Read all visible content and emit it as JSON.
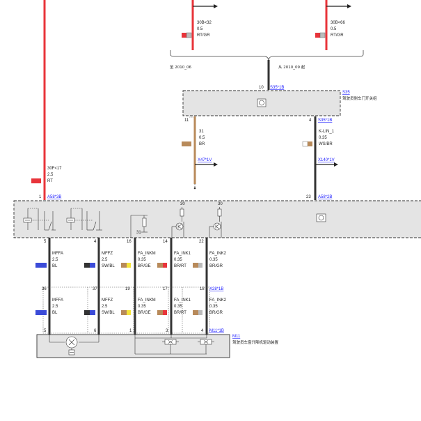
{
  "colors": {
    "red": "#e8343a",
    "brown": "#b88a5a",
    "blue": "#3b4bd8",
    "dark": "#333333",
    "yellow": "#f5e43a",
    "grey": "#bbbbbb",
    "white": "#ffffff",
    "module_fill": "#e4e4e4",
    "link": "#1a1aff"
  },
  "top_wires": [
    {
      "id": "30B<32",
      "size": "0.5",
      "color": "RT/GR"
    },
    {
      "id": "30B<66",
      "size": "0.5",
      "color": "RT/GR"
    }
  ],
  "split_labels": {
    "left": "至 2010_06",
    "right": "从 2010_09 起"
  },
  "s35": {
    "top_pin": "10",
    "top_connector": "S35*1B",
    "name": "S35",
    "desc": "驾驶员侧车门开关组",
    "pin_left": "11",
    "pin_right": "4",
    "pin_right_connector": "S35*1B"
  },
  "mid_wires": [
    {
      "id": "31",
      "size": "0.5",
      "color": "BR",
      "dest": "X47*1V"
    },
    {
      "id": "K-LIN_1",
      "size": "0.35",
      "color": "WS/BR",
      "dest": "X140*1V"
    }
  ],
  "left_wire": {
    "id": "30F<17",
    "size": "2.5",
    "color": "RT"
  },
  "a58": {
    "pin_left": "1",
    "connector_left": "A58*3B",
    "pin_right": "23",
    "connector_right": "A58*2B",
    "internal_30a": "30",
    "internal_30b": "30",
    "internal_31": "31"
  },
  "pins_top_row": [
    "5",
    "4",
    "16",
    "14",
    "22"
  ],
  "wires_upper": [
    {
      "id": "MFFA",
      "size": "2.5",
      "color": "BL"
    },
    {
      "id": "MFFZ",
      "size": "2.5",
      "color": "SW/BL"
    },
    {
      "id": "FA_INKM",
      "size": "0.35",
      "color": "BR/GE"
    },
    {
      "id": "FA_INK1",
      "size": "0.35",
      "color": "BR/RT"
    },
    {
      "id": "FA_INK2",
      "size": "0.35",
      "color": "BR/GR"
    }
  ],
  "x28": {
    "pins": [
      "36",
      "37",
      "19",
      "17",
      "18"
    ],
    "connector": "X28*1B"
  },
  "wires_lower": [
    {
      "id": "MFFA",
      "size": "2.5",
      "color": "BL"
    },
    {
      "id": "MFFZ",
      "size": "2.5",
      "color": "SW/BL"
    },
    {
      "id": "FA_INKM",
      "size": "0.35",
      "color": "BR/GE"
    },
    {
      "id": "FA_INK1",
      "size": "0.35",
      "color": "BR/RT"
    },
    {
      "id": "FA_INK2",
      "size": "0.35",
      "color": "BR/GR"
    }
  ],
  "m11": {
    "pins": [
      "5",
      "6",
      "1",
      "3",
      "4"
    ],
    "connector": "M11*1B",
    "name": "M11",
    "desc": "驾驶员车窗升降机驱动装置"
  }
}
